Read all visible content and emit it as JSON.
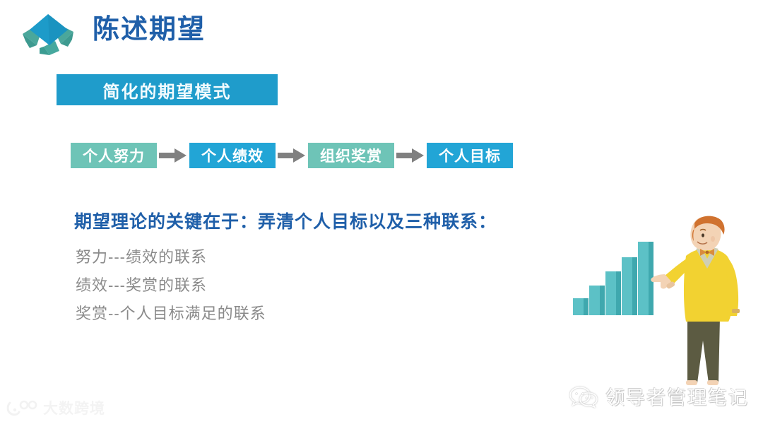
{
  "header": {
    "logo_icon": "diamond-arrows-logo",
    "title": "陈述期望"
  },
  "subtitle_banner": {
    "label": "简化的期望模式",
    "background_color": "#1f9ccb",
    "text_color": "#f2fbfe"
  },
  "flow": {
    "arrow_icon": "right-arrow-icon",
    "arrow_color": "#808080",
    "steps": [
      {
        "label": "个人努力",
        "color": "#6ec4b7"
      },
      {
        "label": "个人绩效",
        "color": "#22a5d6"
      },
      {
        "label": "组织奖赏",
        "color": "#6ec4b7"
      },
      {
        "label": "个人目标",
        "color": "#22a5d6"
      }
    ]
  },
  "body": {
    "heading": "期望理论的关键在于：弄清个人目标以及三种联系：",
    "heading_color": "#1f5fa9",
    "bullets": [
      "努力---绩效的联系",
      "绩效---奖赏的联系",
      "奖赏--个人目标满足的联系"
    ],
    "bullet_color": "#8a8a8a"
  },
  "illustration": {
    "name": "man-pointing-at-growth-bar-chart",
    "bar_color": "#5cc1c6",
    "bar_shade_color": "#3fa8ae",
    "sweater_color": "#f2d231",
    "trousers_color": "#5c5b42",
    "hair_color": "#d0722f",
    "skin_color": "#f3d3b5",
    "bars": [
      {
        "height": 24
      },
      {
        "height": 42
      },
      {
        "height": 62
      },
      {
        "height": 82
      },
      {
        "height": 104
      }
    ]
  },
  "watermarks": {
    "left": {
      "icon": "dashuku-logo-icon",
      "label": "大数跨境"
    },
    "right": {
      "icon": "wechat-icon",
      "label": "领导者管理笔记"
    }
  }
}
